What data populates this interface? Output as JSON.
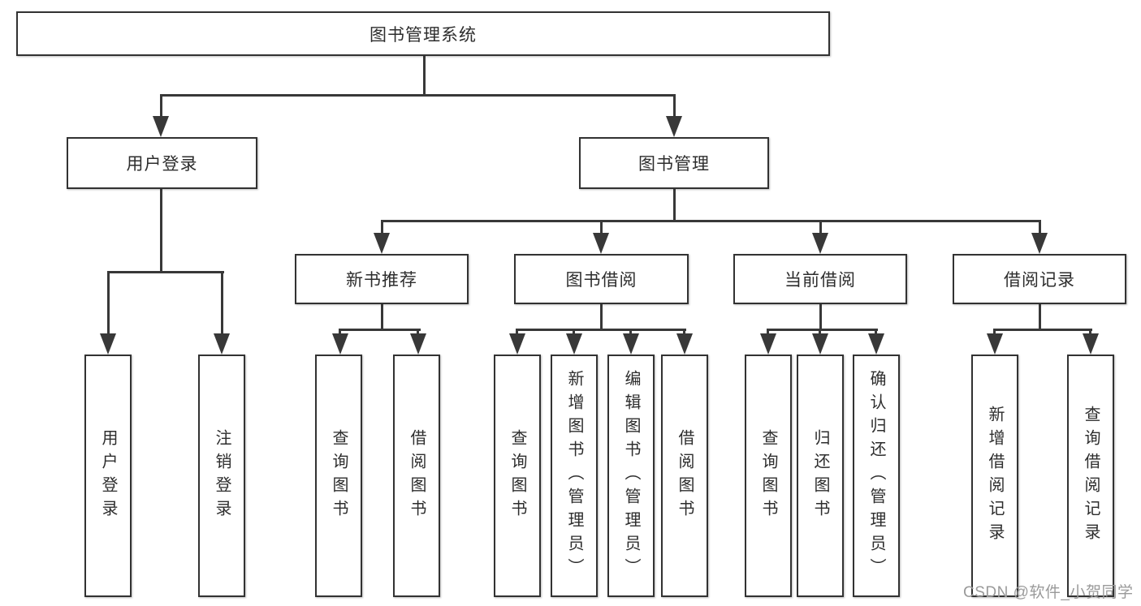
{
  "tree": {
    "root": "图书管理系统",
    "branches": [
      {
        "label": "用户登录",
        "children": [
          "用户登录",
          "注销登录"
        ]
      },
      {
        "label": "图书管理",
        "groups": [
          {
            "label": "新书推荐",
            "children": [
              "查询图书",
              "借阅图书"
            ]
          },
          {
            "label": "图书借阅",
            "children": [
              "查询图书",
              "新增图书（管理员）",
              "编辑图书（管理员）",
              "借阅图书"
            ]
          },
          {
            "label": "当前借阅",
            "children": [
              "查询图书",
              "归还图书",
              "确认归还（管理员）"
            ]
          },
          {
            "label": "借阅记录",
            "children": [
              "新增借阅记录",
              "查询借阅记录"
            ]
          }
        ]
      }
    ]
  },
  "colors": {
    "line": "#383838",
    "box_border": "#323232",
    "text": "#2d2d2d",
    "watermark": "#9a9a9a"
  },
  "watermark": "CSDN @软件_小贺同学"
}
